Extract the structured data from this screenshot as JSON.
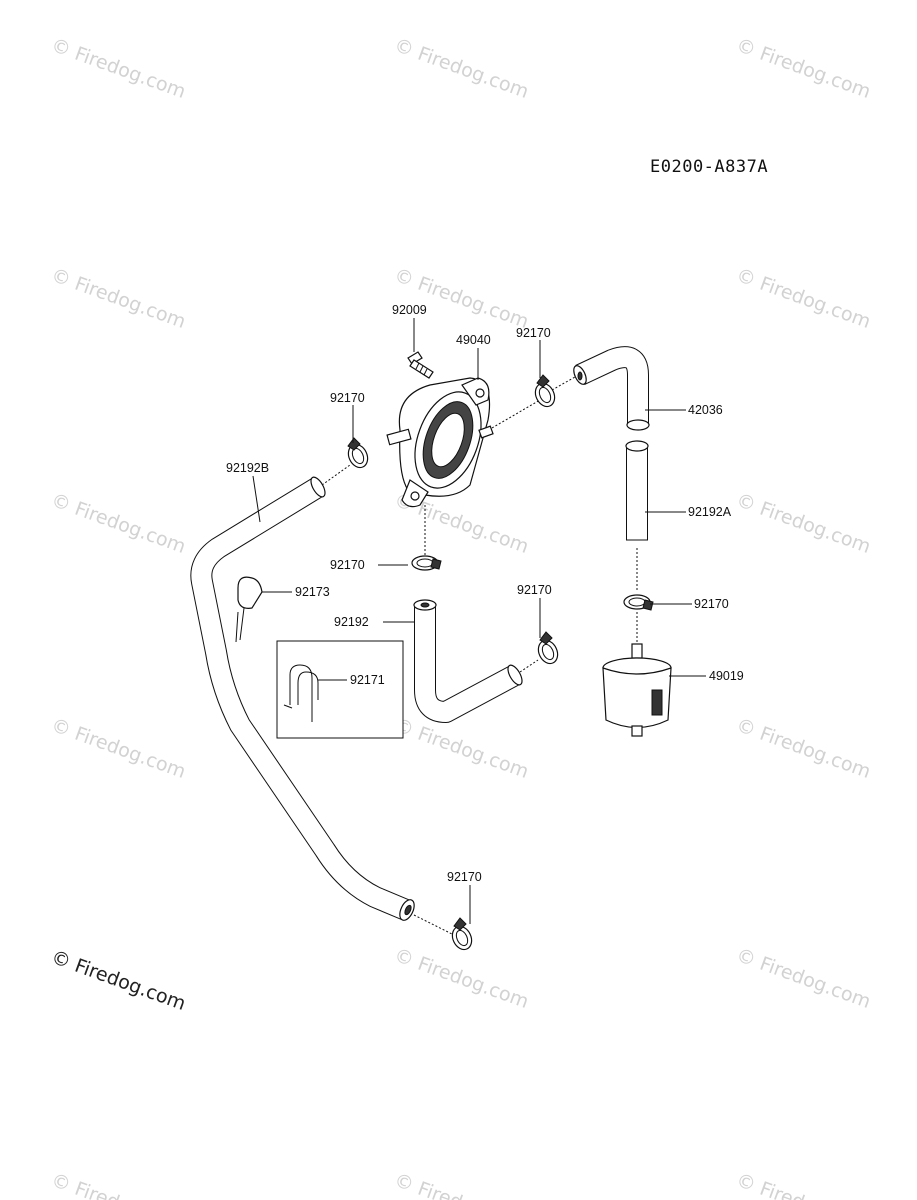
{
  "drawing_code": "E0200-A837A",
  "watermark": "Firedog.com",
  "watermark_prefix": "©",
  "callouts": {
    "c92009": "92009",
    "c49040": "49040",
    "c92170_top": "92170",
    "c92170_left": "92170",
    "c42036": "42036",
    "c92192B": "92192B",
    "c92192A": "92192A",
    "c92170_mid": "92170",
    "c92173": "92173",
    "c92170_right": "92170",
    "c92192": "92192",
    "c92170_filter": "92170",
    "c92171": "92171",
    "c49019": "49019",
    "c92170_bottom": "92170"
  }
}
